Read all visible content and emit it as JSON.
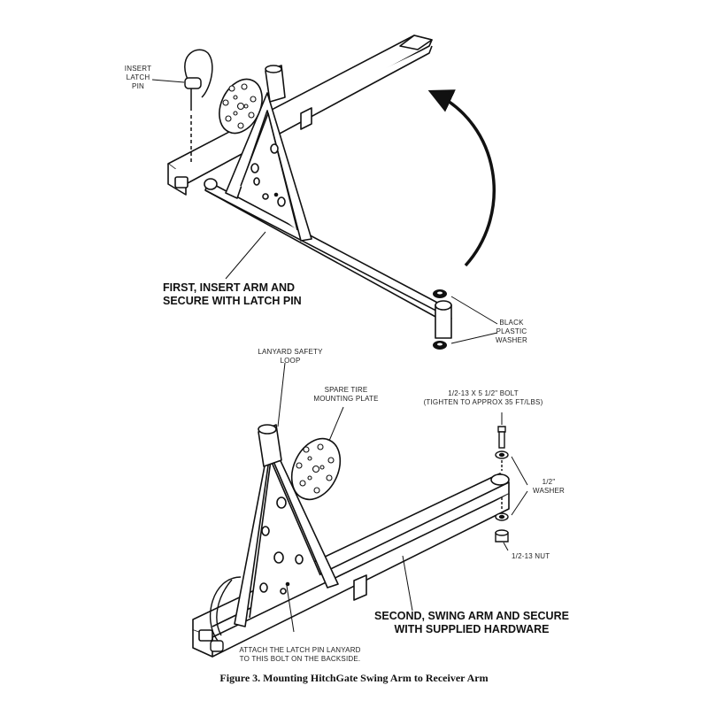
{
  "labels": {
    "insert_latch_pin": [
      "INSERT",
      "LATCH",
      "PIN"
    ],
    "first_step": [
      "FIRST, INSERT ARM  AND",
      "SECURE WITH LATCH PIN"
    ],
    "black_plastic_washer": [
      "BLACK",
      "PLASTIC",
      "WASHER"
    ],
    "lanyard_loop": [
      "LANYARD  SAFETY",
      "LOOP"
    ],
    "spare_tire_plate": [
      "SPARE TIRE",
      "MOUNTING PLATE"
    ],
    "bolt": [
      "1/2-13 X 5 1/2\" BOLT",
      "(TIGHTEN TO APPROX 35 FT/LBS)"
    ],
    "washer": [
      "1/2\"",
      "WASHER"
    ],
    "nut": "1/2-13 NUT",
    "second_step": [
      "SECOND, SWING ARM AND SECURE",
      "WITH SUPPLIED HARDWARE"
    ],
    "attach_lanyard": [
      "ATTACH THE LATCH PIN LANYARD",
      "TO THIS BOLT ON THE BACKSIDE."
    ]
  },
  "caption": "Figure 3. Mounting HitchGate Swing Arm to Receiver Arm"
}
